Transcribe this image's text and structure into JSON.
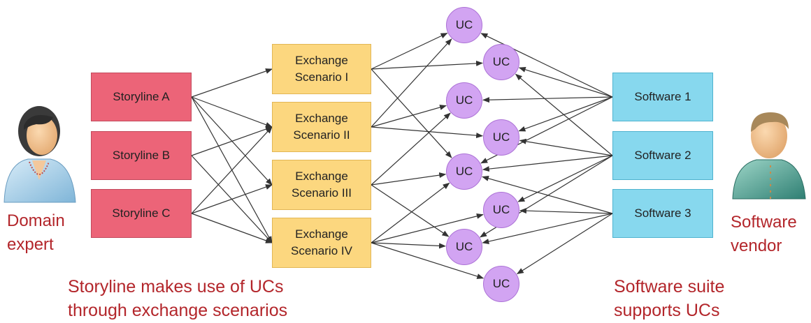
{
  "storylines": [
    "Storyline A",
    "Storyline B",
    "Storyline C"
  ],
  "scenarios": [
    {
      "line1": "Exchange",
      "line2": "Scenario I"
    },
    {
      "line1": "Exchange",
      "line2": "Scenario II"
    },
    {
      "line1": "Exchange",
      "line2": "Scenario III"
    },
    {
      "line1": "Exchange",
      "line2": "Scenario IV"
    }
  ],
  "use_cases": [
    "UC",
    "UC",
    "UC",
    "UC",
    "UC",
    "UC",
    "UC",
    "UC"
  ],
  "software": [
    "Software 1",
    "Software 2",
    "Software 3"
  ],
  "actors": {
    "domain_expert": {
      "line1": "Domain",
      "line2": "expert"
    },
    "software_vendor": {
      "line1": "Software",
      "line2": "vendor"
    }
  },
  "captions": {
    "left": {
      "line1": "Storyline makes use of UCs",
      "line2": "through exchange scenarios"
    },
    "right": {
      "line1": "Software suite",
      "line2": "supports UCs"
    }
  },
  "colors": {
    "storyline": "#ec6478",
    "scenario": "#fcd77f",
    "use_case": "#d2a4f2",
    "software": "#87d8ee",
    "caption_text": "#b3262b",
    "arrow": "#333333"
  }
}
